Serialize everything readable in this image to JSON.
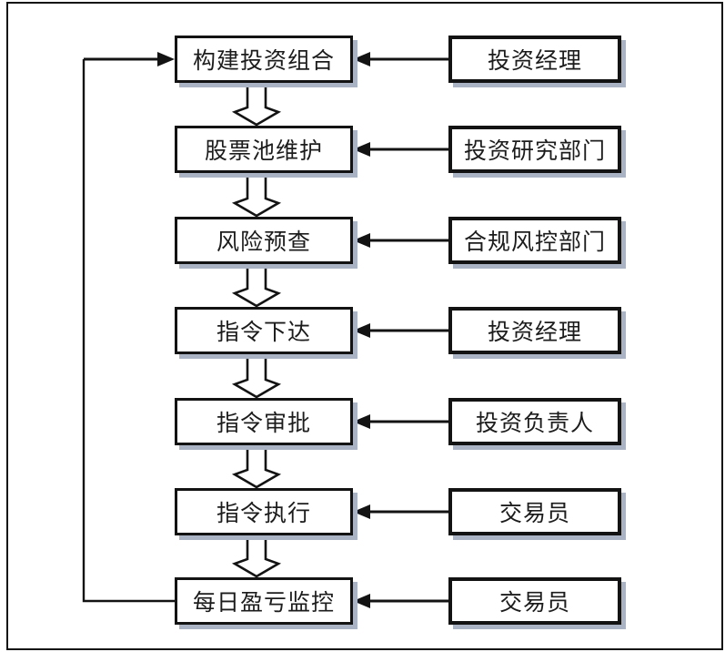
{
  "diagram": {
    "flow_steps": [
      {
        "step": "构建投资组合",
        "actor": "投资经理"
      },
      {
        "step": "股票池维护",
        "actor": "投资研究部门"
      },
      {
        "step": "风险预查",
        "actor": "合规风控部门"
      },
      {
        "step": "指令下达",
        "actor": "投资经理"
      },
      {
        "step": "指令审批",
        "actor": "投资负责人"
      },
      {
        "step": "指令执行",
        "actor": "交易员"
      },
      {
        "step": "每日盈亏监控",
        "actor": "交易员"
      }
    ],
    "feedback_loop": {
      "from": "每日盈亏监控",
      "to": "构建投资组合"
    },
    "colors": {
      "background": "#ffffff",
      "line": "#131313",
      "box_border": "#131313",
      "box_fill": "#ffffff",
      "shadow": "#a9b3c3",
      "text": "#1c1c1c"
    }
  }
}
